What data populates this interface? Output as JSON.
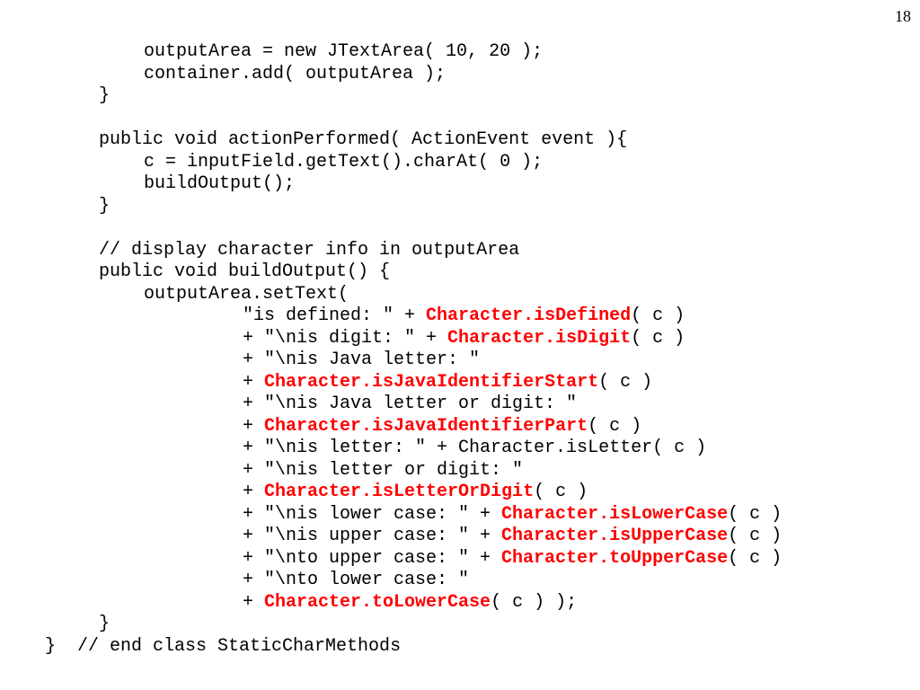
{
  "page_number": "18",
  "code_lines": [
    {
      "indent": 16,
      "parts": [
        {
          "text": "outputArea = new JTextArea( 10, 20 );"
        }
      ]
    },
    {
      "indent": 16,
      "parts": [
        {
          "text": "container.add( outputArea );"
        }
      ]
    },
    {
      "indent": 11,
      "parts": [
        {
          "text": "}"
        }
      ]
    },
    {
      "indent": 0,
      "parts": []
    },
    {
      "indent": 11,
      "parts": [
        {
          "text": "public void actionPerformed( ActionEvent event ){"
        }
      ]
    },
    {
      "indent": 16,
      "parts": [
        {
          "text": "c = inputField.getText().charAt( 0 );"
        }
      ]
    },
    {
      "indent": 16,
      "parts": [
        {
          "text": "buildOutput();"
        }
      ]
    },
    {
      "indent": 11,
      "parts": [
        {
          "text": "}"
        }
      ]
    },
    {
      "indent": 0,
      "parts": []
    },
    {
      "indent": 11,
      "parts": [
        {
          "text": "// display character info in outputArea"
        }
      ]
    },
    {
      "indent": 11,
      "parts": [
        {
          "text": "public void buildOutput() {"
        }
      ]
    },
    {
      "indent": 16,
      "parts": [
        {
          "text": "outputArea.setText("
        }
      ]
    },
    {
      "indent": 27,
      "parts": [
        {
          "text": "\"is defined: \" + "
        },
        {
          "text": "Character.isDefined",
          "hl": true
        },
        {
          "text": "( c )"
        }
      ]
    },
    {
      "indent": 27,
      "parts": [
        {
          "text": "+ \"\\nis digit: \" + "
        },
        {
          "text": "Character.isDigit",
          "hl": true
        },
        {
          "text": "( c )"
        }
      ]
    },
    {
      "indent": 27,
      "parts": [
        {
          "text": "+ \"\\nis Java letter: \""
        }
      ]
    },
    {
      "indent": 27,
      "parts": [
        {
          "text": "+ "
        },
        {
          "text": "Character.isJavaIdentifierStart",
          "hl": true
        },
        {
          "text": "( c )"
        }
      ]
    },
    {
      "indent": 27,
      "parts": [
        {
          "text": "+ \"\\nis Java letter or digit: \""
        }
      ]
    },
    {
      "indent": 27,
      "parts": [
        {
          "text": "+ "
        },
        {
          "text": "Character.isJavaIdentifierPart",
          "hl": true
        },
        {
          "text": "( c )"
        }
      ]
    },
    {
      "indent": 27,
      "parts": [
        {
          "text": "+ \"\\nis letter: \" + Character.isLetter( c )"
        }
      ]
    },
    {
      "indent": 27,
      "parts": [
        {
          "text": "+ \"\\nis letter or digit: \""
        }
      ]
    },
    {
      "indent": 27,
      "parts": [
        {
          "text": "+ "
        },
        {
          "text": "Character.isLetterOrDigit",
          "hl": true
        },
        {
          "text": "( c )"
        }
      ]
    },
    {
      "indent": 27,
      "parts": [
        {
          "text": "+ \"\\nis lower case: \" + "
        },
        {
          "text": "Character.isLowerCase",
          "hl": true
        },
        {
          "text": "( c )"
        }
      ]
    },
    {
      "indent": 27,
      "parts": [
        {
          "text": "+ \"\\nis upper case: \" + "
        },
        {
          "text": "Character.isUpperCase",
          "hl": true
        },
        {
          "text": "( c )"
        }
      ]
    },
    {
      "indent": 27,
      "parts": [
        {
          "text": "+ \"\\nto upper case: \" + "
        },
        {
          "text": "Character.toUpperCase",
          "hl": true
        },
        {
          "text": "( c )"
        }
      ]
    },
    {
      "indent": 27,
      "parts": [
        {
          "text": "+ \"\\nto lower case: \""
        }
      ]
    },
    {
      "indent": 27,
      "parts": [
        {
          "text": "+ "
        },
        {
          "text": "Character.toLowerCase",
          "hl": true
        },
        {
          "text": "( c ) );"
        }
      ]
    },
    {
      "indent": 11,
      "parts": [
        {
          "text": "}"
        }
      ]
    },
    {
      "indent": 5,
      "parts": [
        {
          "text": "}  // end class StaticCharMethods"
        }
      ]
    }
  ]
}
